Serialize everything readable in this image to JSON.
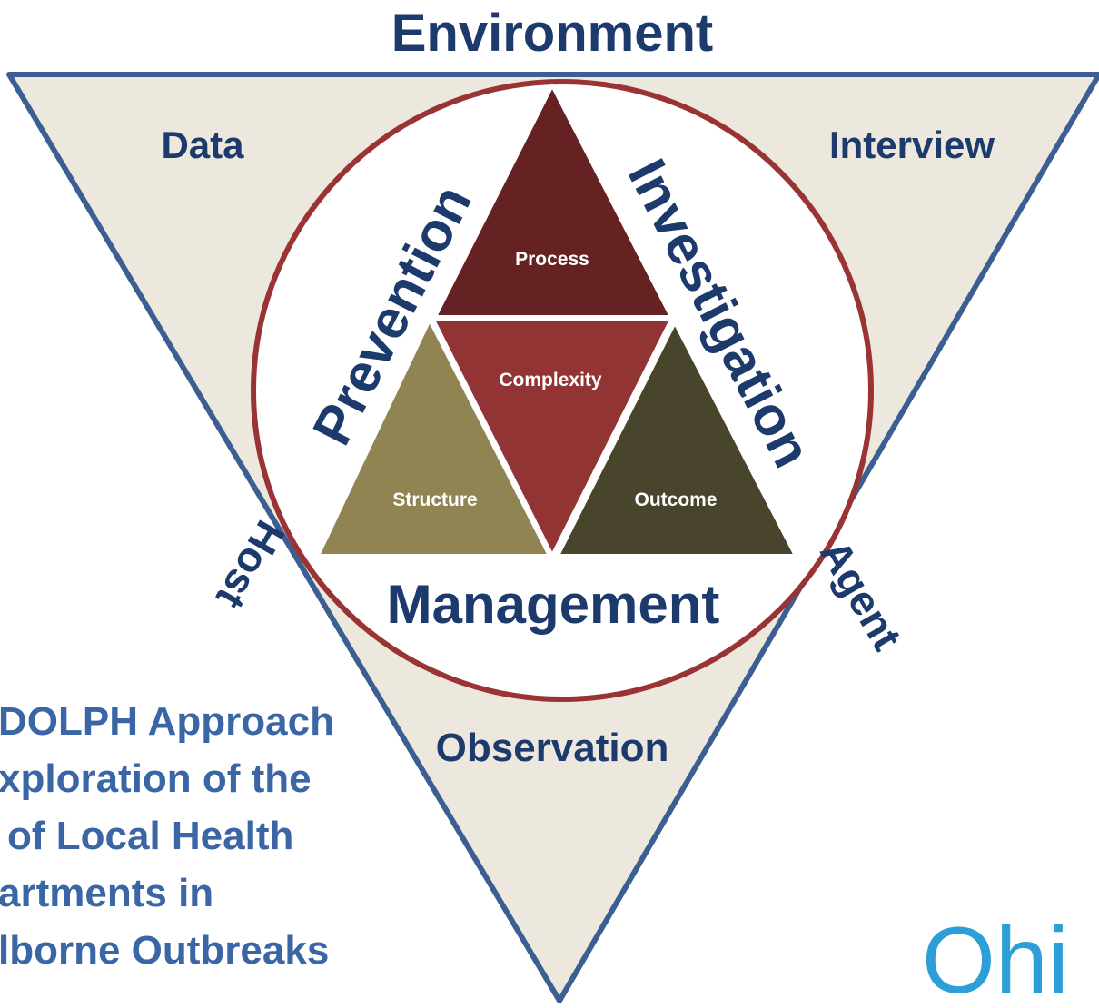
{
  "diagram": {
    "outer_corners": {
      "top": "Environment",
      "top_left": "Data",
      "top_right": "Interview",
      "left_side": "Host",
      "right_side": "Agent",
      "bottom": "Observation"
    },
    "circle_labels": {
      "left": "Prevention",
      "right": "Investigation",
      "bottom": "Management"
    },
    "inner_triangles": {
      "top": "Process",
      "center": "Complexity",
      "left": "Structure",
      "right": "Outcome"
    }
  },
  "caption": {
    "lines": [
      "DOLPH Approach",
      "xploration of the",
      "of Local Health",
      "artments in",
      "lborne Outbreaks"
    ]
  },
  "brand": {
    "text": "Ohi"
  },
  "colors": {
    "outer_fill": "#ede8dd",
    "outer_stroke": "#3c5f93",
    "circle_stroke": "#9a3434",
    "process_fill": "#662222",
    "complexity_fill": "#923434",
    "structure_fill": "#908552",
    "outcome_fill": "#48452c",
    "heading": "#1c3a6b",
    "caption": "#3a66a6",
    "brand": "#2d9fd8"
  }
}
